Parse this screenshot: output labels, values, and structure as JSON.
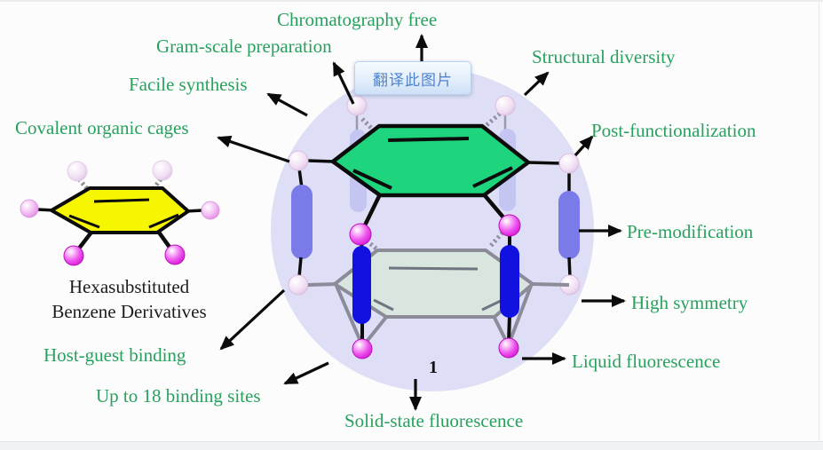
{
  "figure": {
    "labels": {
      "chromatography": "Chromatography free",
      "gram_scale": "Gram-scale preparation",
      "facile": "Facile synthesis",
      "covalent": "Covalent organic cages",
      "structural": "Structural diversity",
      "post_functionalization": "Post-functionalization",
      "pre_modification": "Pre-modification",
      "high_symmetry": "High symmetry",
      "liquid_fluorescence": "Liquid fluorescence",
      "solid_state": "Solid-state fluorescence",
      "up_to_18": "Up to 18 binding sites",
      "host_guest": "Host-guest binding"
    },
    "caption": {
      "line1": "Hexasubstituted",
      "line2": "Benzene Derivatives"
    },
    "compound_number": "1"
  },
  "overlay": {
    "translate_button": "翻译此图片"
  },
  "colors": {
    "label_green": "#27a15d",
    "caption_black": "#1c1c1c",
    "circle_background": "#dedef6",
    "top_ring_green": "#1ed57e",
    "bottom_ring_pale": "#d8e6df",
    "left_molecule_yellow": "#f6f600",
    "pillar_front_blue": "#1212e0",
    "pillar_outer_periwinkle": "#7a7ae8",
    "pillar_back_lavender": "#c5c5f2",
    "sphere_magenta": "#e83ce8",
    "sphere_pale": "#f0ddf2",
    "translate_button_text": "#4d83d0"
  }
}
